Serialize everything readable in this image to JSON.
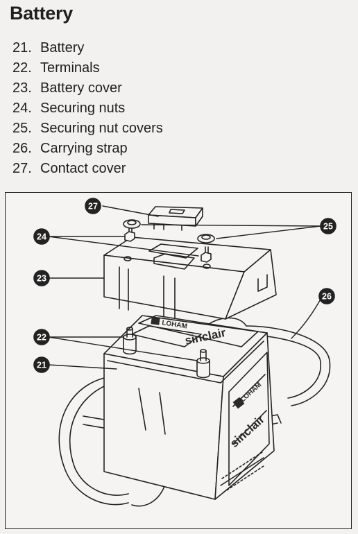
{
  "title": "Battery",
  "parts": [
    {
      "num": "21.",
      "label": "Battery"
    },
    {
      "num": "22.",
      "label": "Terminals"
    },
    {
      "num": "23.",
      "label": "Battery cover"
    },
    {
      "num": "24.",
      "label": "Securing nuts"
    },
    {
      "num": "25.",
      "label": "Securing nut covers"
    },
    {
      "num": "26.",
      "label": "Carrying strap"
    },
    {
      "num": "27.",
      "label": "Contact cover"
    }
  ],
  "callouts": [
    "27",
    "24",
    "25",
    "23",
    "26",
    "22",
    "21"
  ],
  "brand_text": {
    "maker": "LOHAM",
    "model": "sinclair"
  }
}
